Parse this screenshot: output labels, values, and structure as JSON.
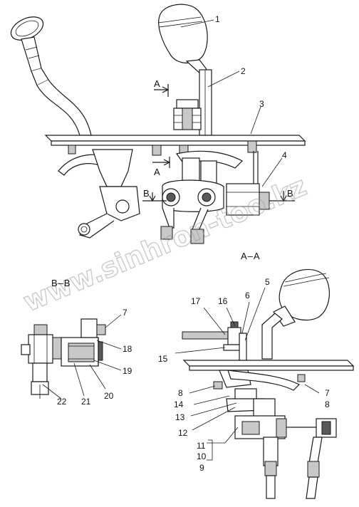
{
  "callouts": {
    "c1": "1",
    "c2": "2",
    "c3": "3",
    "c4": "4",
    "c5": "5",
    "c6": "6",
    "c7": "7",
    "c7b": "7",
    "c8": "8",
    "c8b": "8",
    "c9": "9",
    "c10": "10",
    "c11": "11",
    "c12": "12",
    "c13": "13",
    "c14": "14",
    "c15": "15",
    "c16": "16",
    "c17": "17",
    "c18": "18",
    "c19": "19",
    "c20": "20",
    "c21": "21",
    "c22": "22"
  },
  "sections": {
    "a_top": "A",
    "a_bottom": "A",
    "b_left": "B",
    "b_right": "B",
    "view_aa": "A–A",
    "view_bb": "B–B"
  },
  "watermark": "www.sinhron-too.kz",
  "colors": {
    "line": "#1a1a1a",
    "shade": "#c8c8c8",
    "dark": "#5a5a5a",
    "watermark": "#9a9a9a"
  }
}
